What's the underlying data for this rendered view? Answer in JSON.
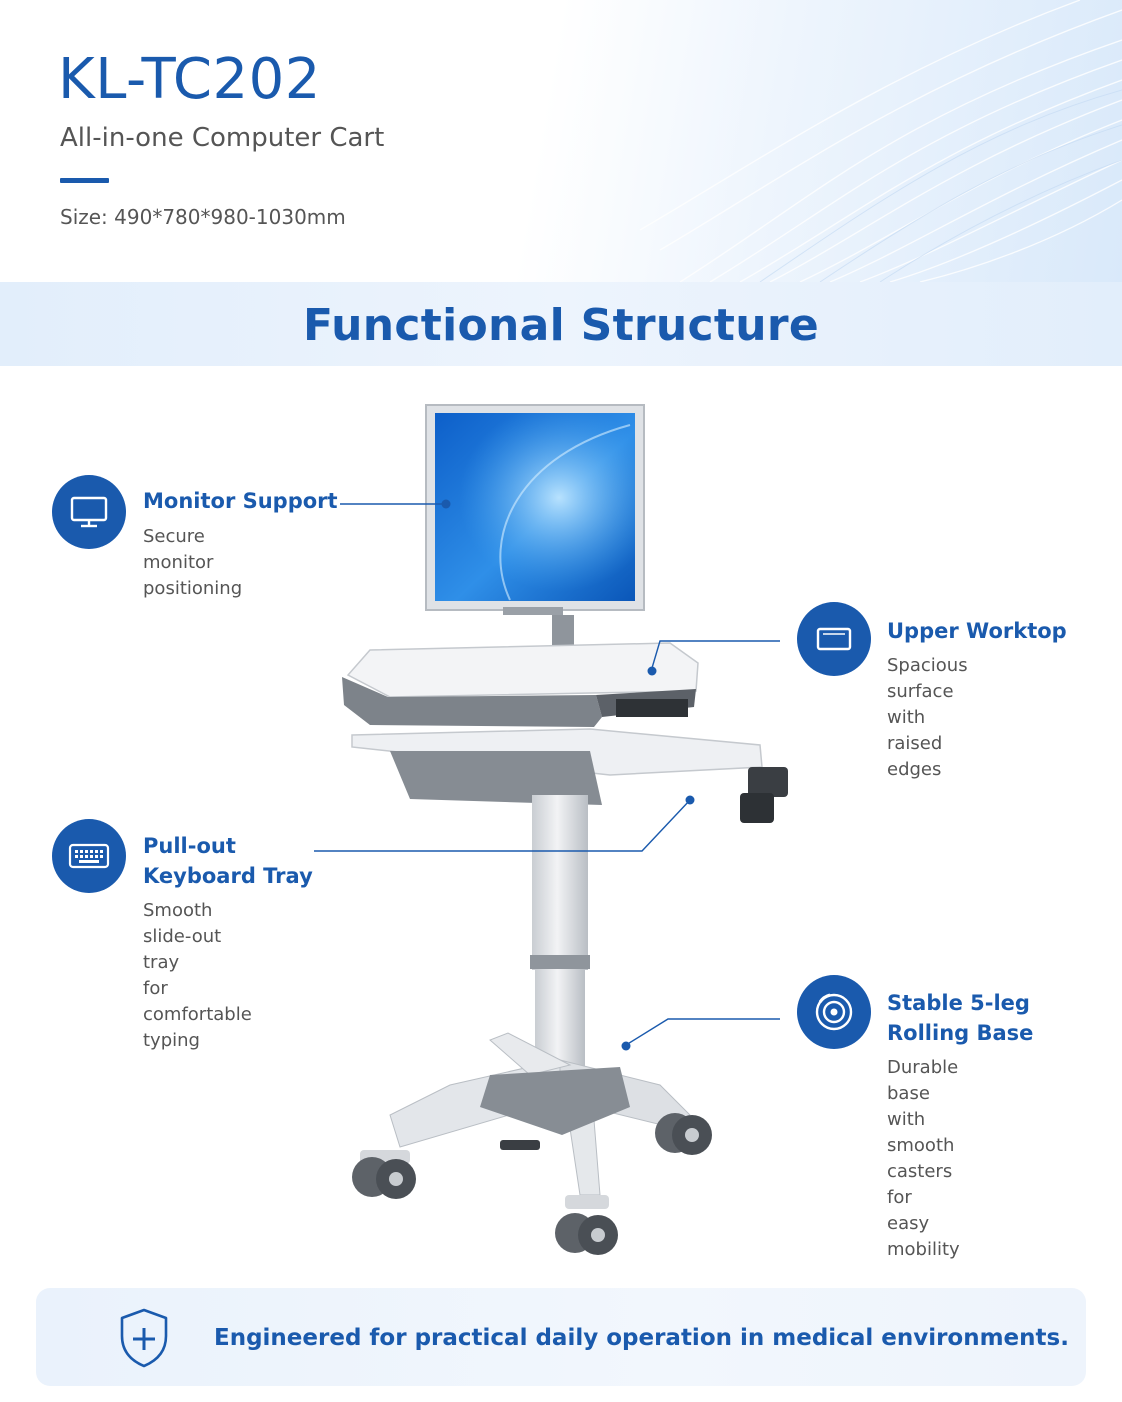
{
  "header": {
    "model": "KL-TC202",
    "subtitle": "All-in-one Computer Cart",
    "size": "Size: 490*780*980-1030mm"
  },
  "section": {
    "title": "Functional Structure"
  },
  "features": [
    {
      "icon": "monitor-icon",
      "title": "Monitor Support",
      "desc_lines": [
        "Secure monitor",
        "positioning"
      ]
    },
    {
      "icon": "worktop-icon",
      "title": "Upper Worktop",
      "desc_lines": [
        "Spacious surface",
        "with raised edges"
      ]
    },
    {
      "icon": "keyboard-icon",
      "title_lines": [
        "Pull-out",
        "Keyboard Tray"
      ],
      "desc_lines": [
        "Smooth slide-out tray",
        "for comfortable typing"
      ]
    },
    {
      "icon": "caster-icon",
      "title_lines": [
        "Stable 5-leg",
        "Rolling Base"
      ],
      "desc_lines": [
        "Durable base with",
        "smooth casters for",
        "easy mobility"
      ]
    }
  ],
  "footer": {
    "icon": "shield-plus-icon",
    "text": "Engineered for practical daily operation in medical environments."
  },
  "colors": {
    "brand": "#1a5aad",
    "text": "#555555",
    "band": "#e2eefb"
  }
}
